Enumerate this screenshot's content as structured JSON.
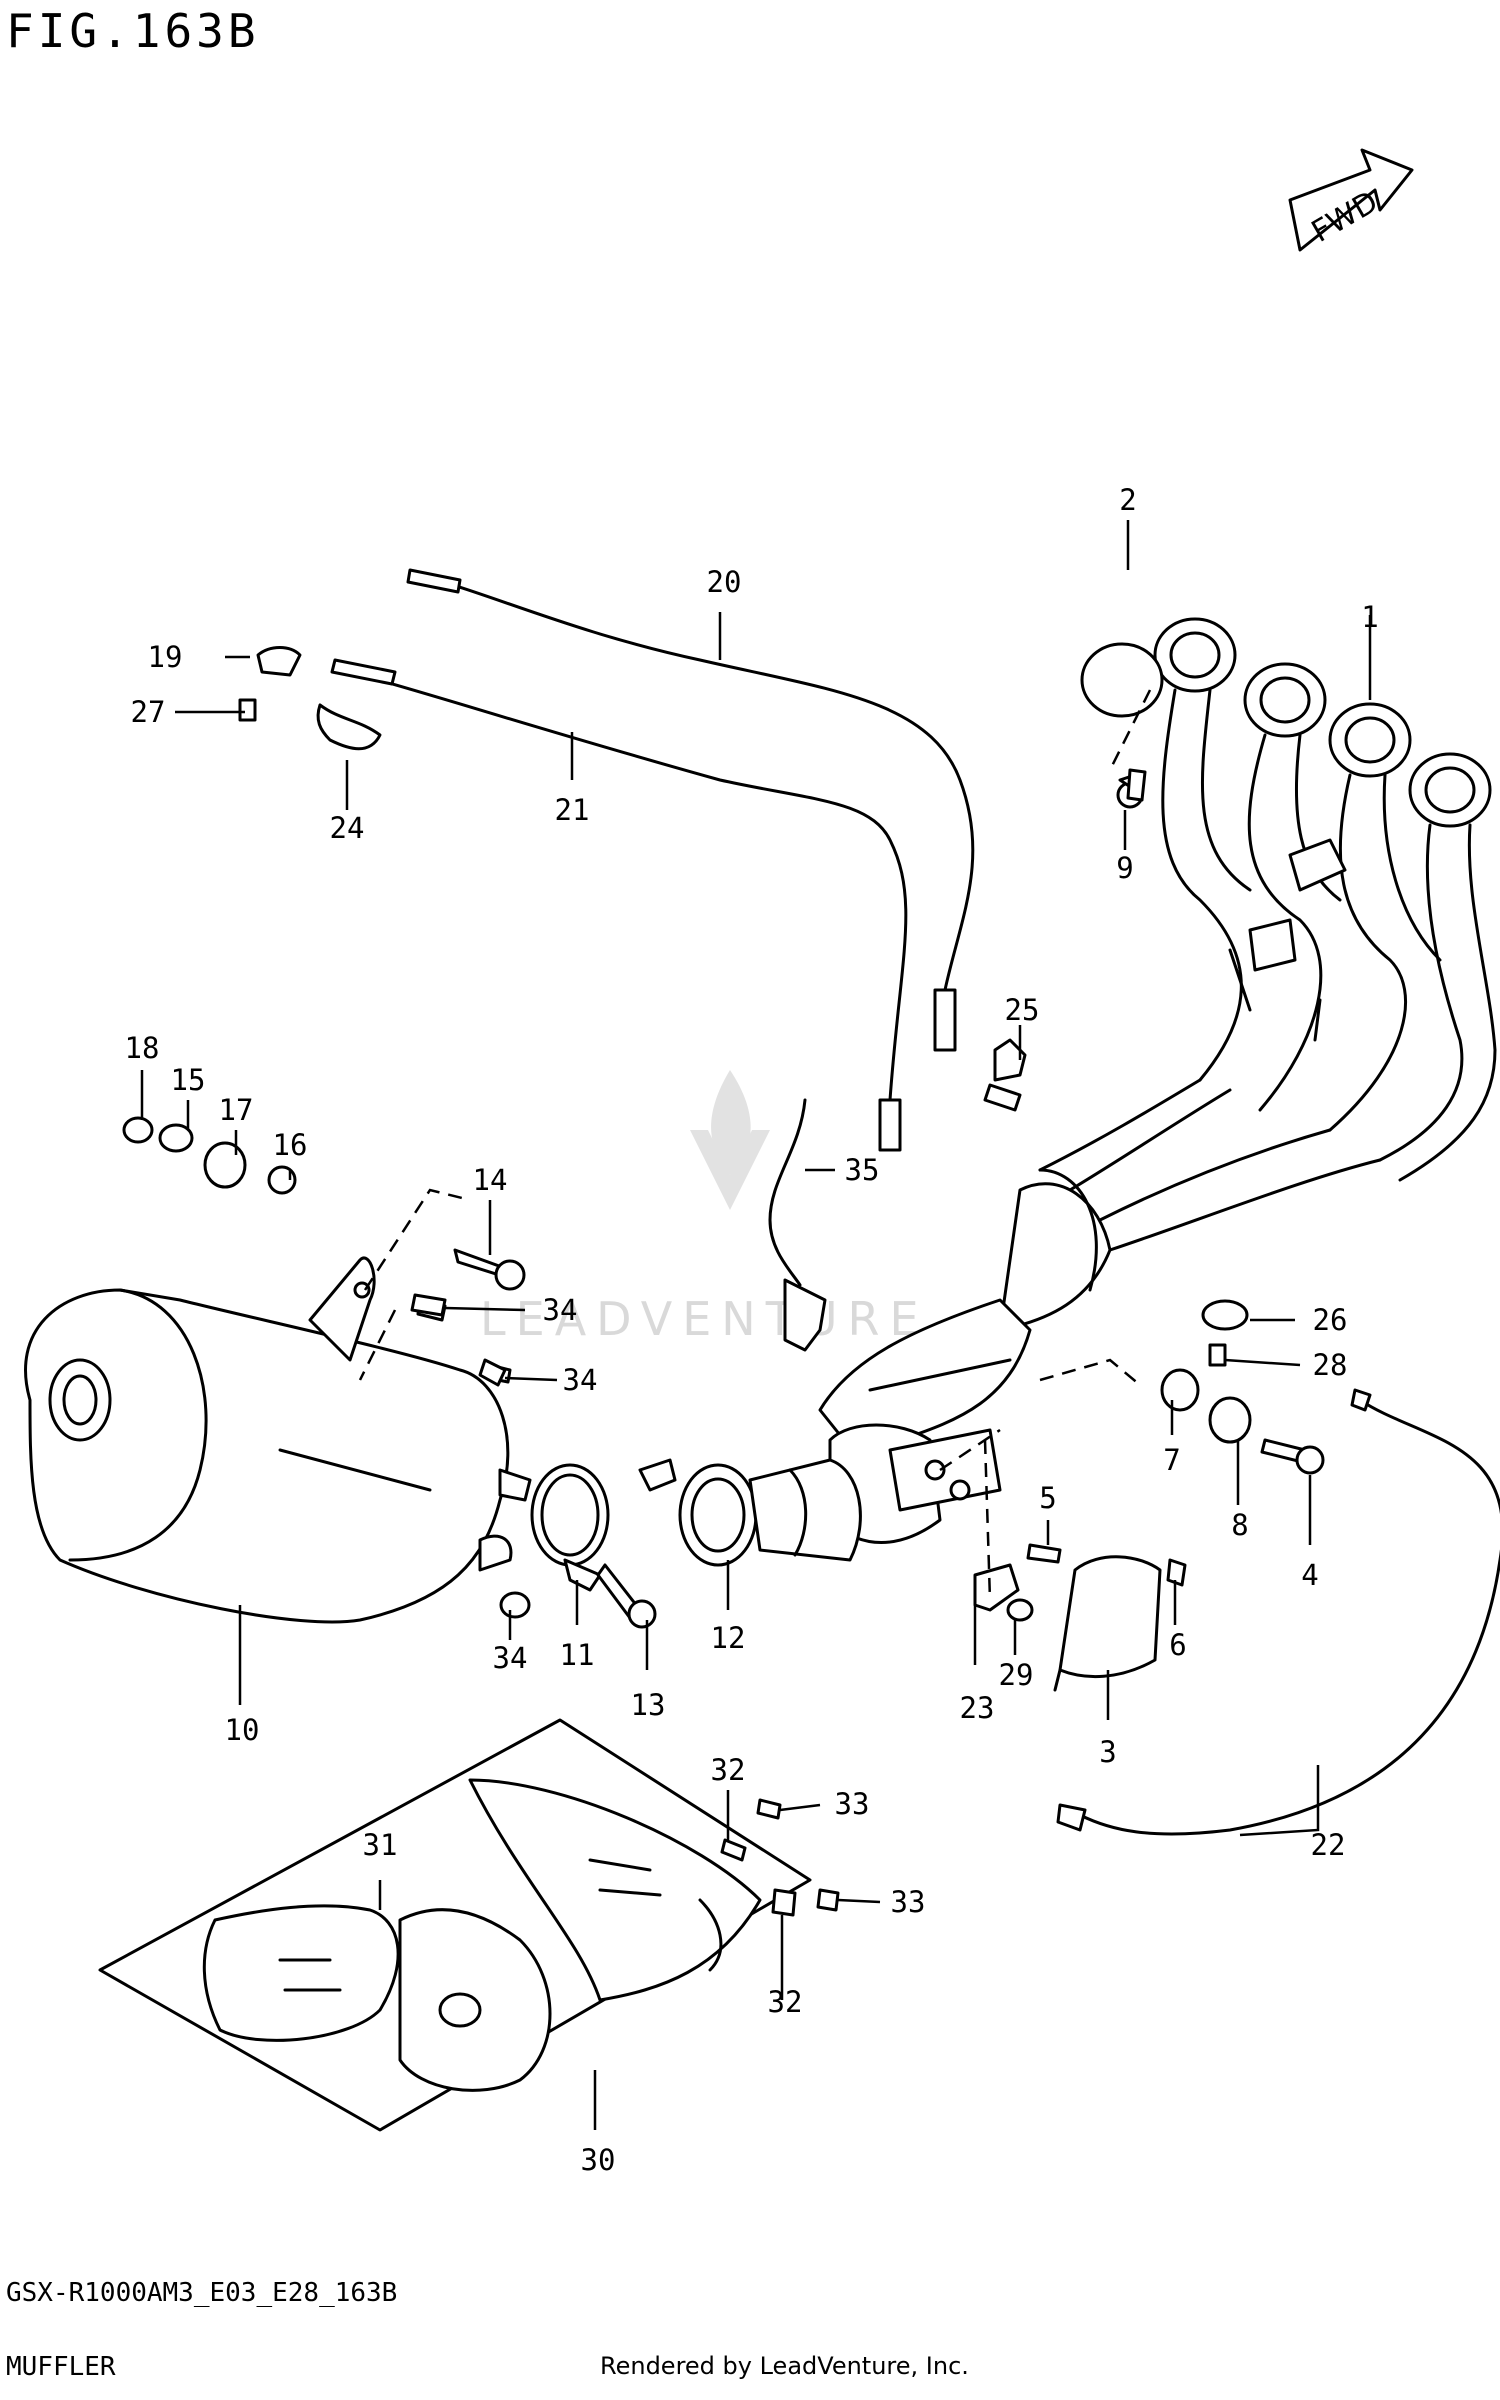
{
  "figure_title": "FIG.163B",
  "direction_badge": "FWD",
  "watermark": "LEADVENTURE",
  "footer": {
    "model_code": "GSX-R1000AM3_E03_E28_163B",
    "section_name": "MUFFLER",
    "rendered_by": "Rendered by LeadVenture, Inc."
  },
  "callouts": [
    "1",
    "2",
    "3",
    "4",
    "5",
    "6",
    "7",
    "8",
    "9",
    "10",
    "11",
    "12",
    "13",
    "14",
    "15",
    "16",
    "17",
    "18",
    "19",
    "20",
    "21",
    "22",
    "23",
    "24",
    "25",
    "26",
    "27",
    "28",
    "29",
    "30",
    "31",
    "32",
    "33",
    "34",
    "35"
  ],
  "callout_34_second": "34",
  "callout_34_third": "34",
  "callout_32_second": "32",
  "callout_33_second": "33"
}
